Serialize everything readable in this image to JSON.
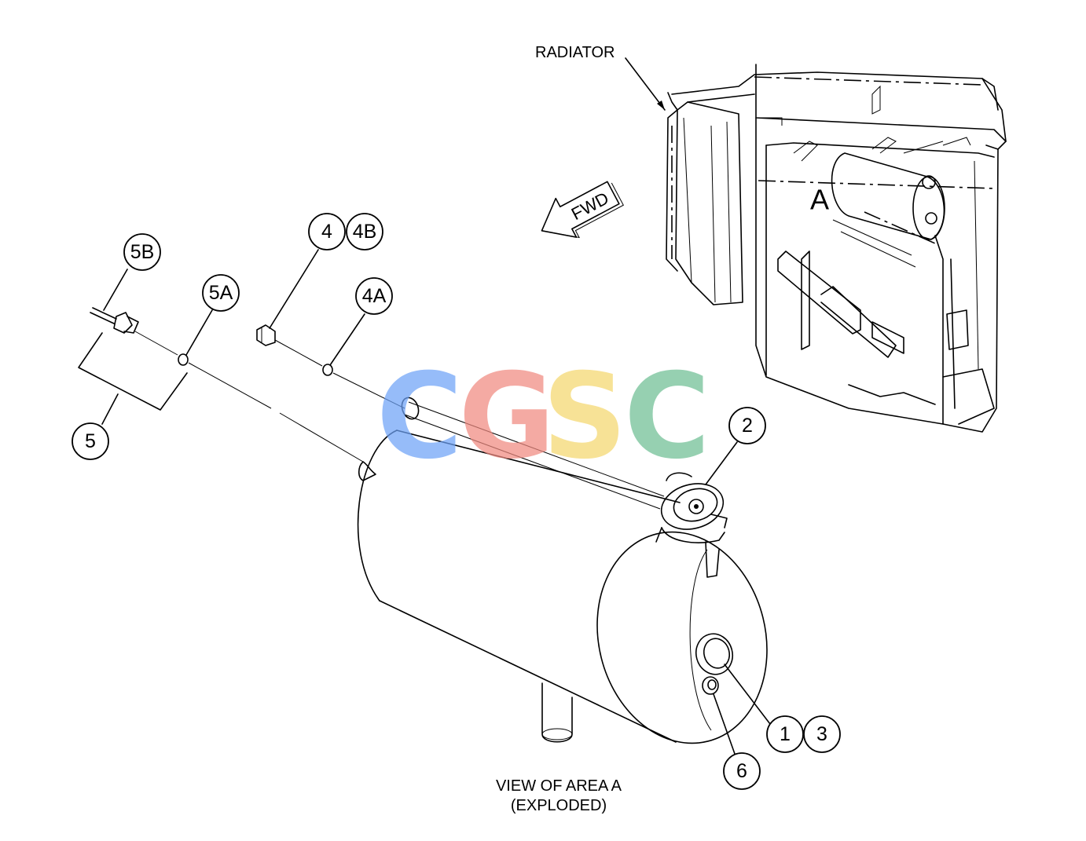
{
  "callouts": {
    "radiator": "RADIATOR",
    "fwd": "FWD",
    "area": "A"
  },
  "balloons": [
    "5B",
    "5A",
    "4",
    "4B",
    "4A",
    "5",
    "2",
    "1",
    "3",
    "6"
  ],
  "caption": {
    "line1": "VIEW OF AREA A",
    "line2": "(EXPLODED)"
  },
  "watermark": {
    "letters": [
      "C",
      "G",
      "S",
      "C"
    ],
    "colors": [
      "#6ea3f7",
      "#f08a80",
      "#f5d76e",
      "#6fbf94"
    ]
  }
}
